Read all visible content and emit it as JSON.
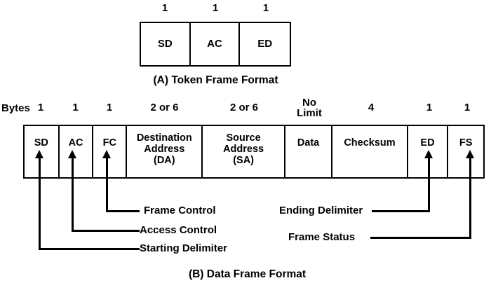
{
  "figure": {
    "token_frame": {
      "caption": "(A) Token Frame Format",
      "size_header": "",
      "cells": [
        {
          "label": "SD",
          "size": "1"
        },
        {
          "label": "AC",
          "size": "1"
        },
        {
          "label": "ED",
          "size": "1"
        }
      ]
    },
    "data_frame": {
      "caption": "(B) Data Frame Format",
      "bytes_word": "Bytes",
      "cells": [
        {
          "label": "SD",
          "size": "1"
        },
        {
          "label": "AC",
          "size": "1"
        },
        {
          "label": "FC",
          "size": "1"
        },
        {
          "label": "Destination\nAddress\n(DA)",
          "size": "2 or 6"
        },
        {
          "label": "Source\nAddress\n(SA)",
          "size": "2 or 6"
        },
        {
          "label": "Data",
          "size": "No\nLimit"
        },
        {
          "label": "Checksum",
          "size": "4"
        },
        {
          "label": "ED",
          "size": "1"
        },
        {
          "label": "FS",
          "size": "1"
        }
      ],
      "callouts": [
        {
          "target": "FC",
          "text": "Frame Control",
          "side": "left"
        },
        {
          "target": "AC",
          "text": "Access Control",
          "side": "left"
        },
        {
          "target": "SD",
          "text": "Starting Delimiter",
          "side": "left"
        },
        {
          "target": "ED",
          "text": "Ending Delimiter",
          "side": "right"
        },
        {
          "target": "FS",
          "text": "Frame Status",
          "side": "right"
        }
      ]
    },
    "colors": {
      "line": "#000000",
      "background": "#ffffff",
      "text": "#000000"
    }
  }
}
